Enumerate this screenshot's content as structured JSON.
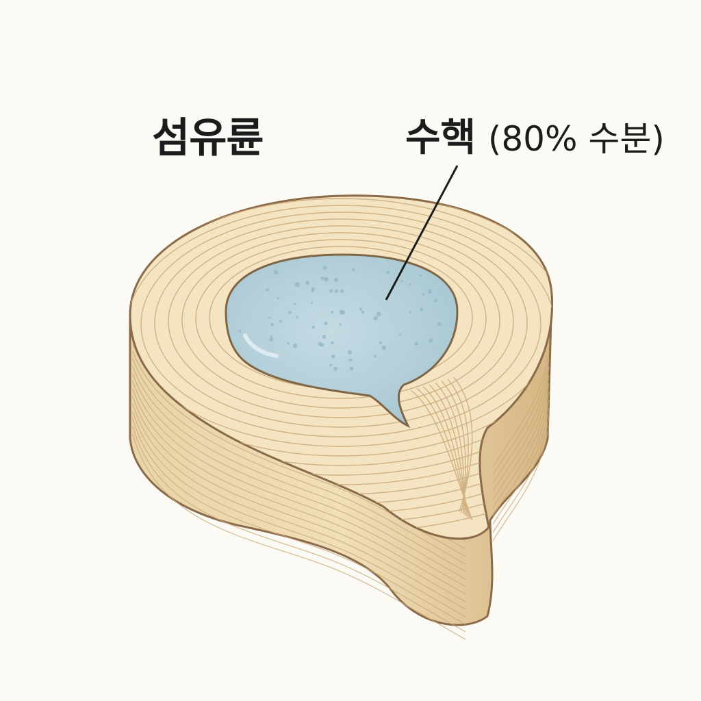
{
  "labels": {
    "annulus": "섬유륜",
    "nucleus": "수핵",
    "nucleus_detail": "(80% 수분)"
  },
  "colors": {
    "background": "#fcfaf5",
    "annulus_fill": "#f3e2bf",
    "annulus_side": "#e2c797",
    "annulus_lines": "#c9a878",
    "outline": "#8a6a48",
    "nucleus_fill": "#b9d3dc",
    "nucleus_dots": "#8fb4c2",
    "leader_line": "#1c1c1c"
  }
}
